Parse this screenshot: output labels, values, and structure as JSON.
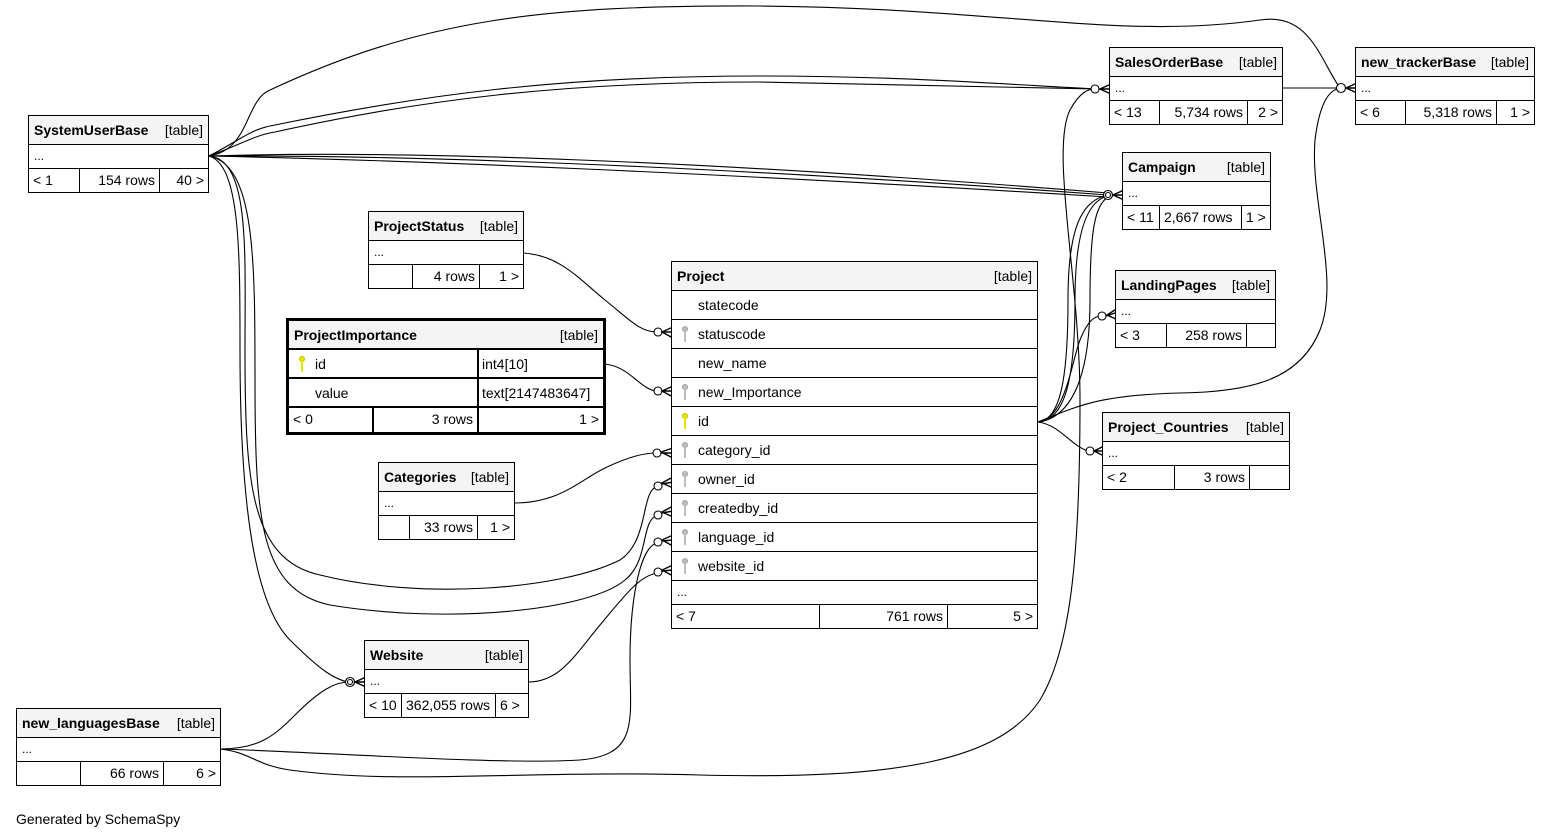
{
  "diagram": {
    "footer": "Generated by SchemaSpy",
    "key_colors": {
      "primary_key": "#e4e400",
      "foreign_key": "#bdbdbd"
    },
    "tables": {
      "systemuserbase": {
        "name": "SystemUserBase",
        "kind": "[table]",
        "ellipsis": "...",
        "parents": "< 1",
        "rows": "154 rows",
        "children": "40 >"
      },
      "salesorderbase": {
        "name": "SalesOrderBase",
        "kind": "[table]",
        "ellipsis": "...",
        "parents": "< 13",
        "rows": "5,734 rows",
        "children": "2 >"
      },
      "new_trackerbase": {
        "name": "new_trackerBase",
        "kind": "[table]",
        "ellipsis": "...",
        "parents": "< 6",
        "rows": "5,318 rows",
        "children": "1 >"
      },
      "campaign": {
        "name": "Campaign",
        "kind": "[table]",
        "ellipsis": "...",
        "parents": "< 11",
        "rows": "2,667 rows",
        "children": "1 >"
      },
      "landingpages": {
        "name": "LandingPages",
        "kind": "[table]",
        "ellipsis": "...",
        "parents": "< 3",
        "rows": "258 rows",
        "children": ""
      },
      "project_countries": {
        "name": "Project_Countries",
        "kind": "[table]",
        "ellipsis": "...",
        "parents": "< 2",
        "rows": "3 rows",
        "children": ""
      },
      "projectstatus": {
        "name": "ProjectStatus",
        "kind": "[table]",
        "ellipsis": "...",
        "parents": "",
        "rows": "4 rows",
        "children": "1 >"
      },
      "categories": {
        "name": "Categories",
        "kind": "[table]",
        "ellipsis": "...",
        "parents": "",
        "rows": "33 rows",
        "children": "1 >"
      },
      "website": {
        "name": "Website",
        "kind": "[table]",
        "ellipsis": "...",
        "parents": "< 10",
        "rows": "362,055 rows",
        "children": "6 >"
      },
      "new_languagesbase": {
        "name": "new_languagesBase",
        "kind": "[table]",
        "ellipsis": "...",
        "parents": "",
        "rows": "66 rows",
        "children": "6 >"
      },
      "projectimportance": {
        "name": "ProjectImportance",
        "kind": "[table]",
        "columns": [
          {
            "name": "id",
            "type": "int4[10]",
            "key": "primary"
          },
          {
            "name": "value",
            "type": "text[2147483647]",
            "key": "none"
          }
        ],
        "parents": "< 0",
        "rows": "3 rows",
        "children": "1 >"
      },
      "project": {
        "name": "Project",
        "kind": "[table]",
        "columns": [
          {
            "name": "statecode",
            "key": "none"
          },
          {
            "name": "statuscode",
            "key": "foreign"
          },
          {
            "name": "new_name",
            "key": "none"
          },
          {
            "name": "new_Importance",
            "key": "foreign"
          },
          {
            "name": "id",
            "key": "primary"
          },
          {
            "name": "category_id",
            "key": "foreign"
          },
          {
            "name": "owner_id",
            "key": "foreign"
          },
          {
            "name": "createdby_id",
            "key": "foreign"
          },
          {
            "name": "language_id",
            "key": "foreign"
          },
          {
            "name": "website_id",
            "key": "foreign"
          }
        ],
        "ellipsis": "...",
        "parents": "< 7",
        "rows": "761 rows",
        "children": "5 >"
      }
    },
    "relationships": [
      {
        "from": "SystemUserBase",
        "to": "new_trackerBase"
      },
      {
        "from": "SystemUserBase",
        "to": "SalesOrderBase"
      },
      {
        "from": "SystemUserBase",
        "to": "SalesOrderBase"
      },
      {
        "from": "SystemUserBase",
        "to": "Campaign"
      },
      {
        "from": "SystemUserBase",
        "to": "Campaign"
      },
      {
        "from": "SystemUserBase",
        "to": "Campaign"
      },
      {
        "from": "SystemUserBase",
        "to": "Project.owner_id"
      },
      {
        "from": "SystemUserBase",
        "to": "Project.createdby_id"
      },
      {
        "from": "SystemUserBase",
        "to": "Website"
      },
      {
        "from": "SalesOrderBase",
        "to": "new_trackerBase"
      },
      {
        "from": "ProjectStatus",
        "to": "Project.statuscode"
      },
      {
        "from": "ProjectImportance.id",
        "to": "Project.new_Importance"
      },
      {
        "from": "Categories",
        "to": "Project.category_id"
      },
      {
        "from": "Website",
        "to": "Project.website_id"
      },
      {
        "from": "new_languagesBase",
        "to": "Website"
      },
      {
        "from": "new_languagesBase",
        "to": "Project.language_id"
      },
      {
        "from": "new_languagesBase",
        "to": "SalesOrderBase"
      },
      {
        "from": "Project.id",
        "to": "Campaign"
      },
      {
        "from": "Project.id",
        "to": "LandingPages"
      },
      {
        "from": "Project.id",
        "to": "Project_Countries"
      },
      {
        "from": "Project.id",
        "to": "new_trackerBase"
      }
    ]
  }
}
